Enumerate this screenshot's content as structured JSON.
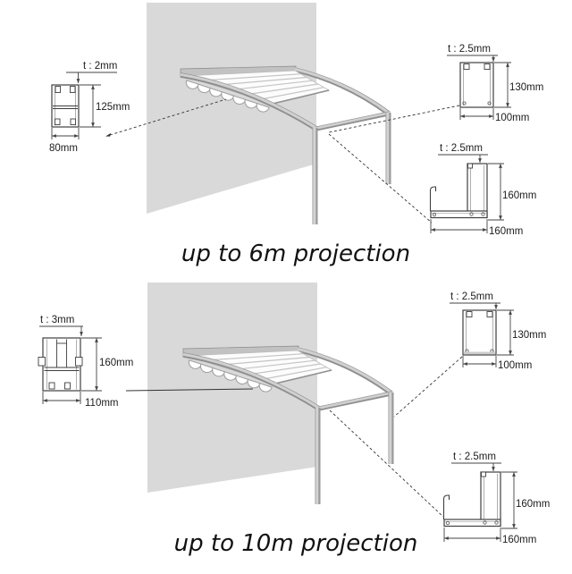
{
  "figure_title": "awning profile dimensions diagram",
  "colors": {
    "wall": "#d9d9d9",
    "frame_dark": "#8f8f8f",
    "frame_light": "#d0d0d0",
    "fabric": "#fcfcfc",
    "drawing_line": "#3f3f3f",
    "text": "#1c1c1c"
  },
  "sections": [
    {
      "caption": "up to 6m projection",
      "wall_profile": {
        "thickness_label": "t : 2mm",
        "height_label": "125mm",
        "width_label": "80mm"
      },
      "post_profile": {
        "thickness_label": "t : 2.5mm",
        "height_label": "130mm",
        "width_label": "100mm"
      },
      "gutter_profile": {
        "thickness_label": "t : 2.5mm",
        "height_label": "160mm",
        "width_label": "160mm"
      }
    },
    {
      "caption": "up to 10m projection",
      "wall_profile": {
        "thickness_label": "t : 3mm",
        "height_label": "160mm",
        "width_label": "110mm"
      },
      "post_profile": {
        "thickness_label": "t : 2.5mm",
        "height_label": "130mm",
        "width_label": "100mm"
      },
      "gutter_profile": {
        "thickness_label": "t : 2.5mm",
        "height_label": "160mm",
        "width_label": "160mm"
      }
    }
  ]
}
